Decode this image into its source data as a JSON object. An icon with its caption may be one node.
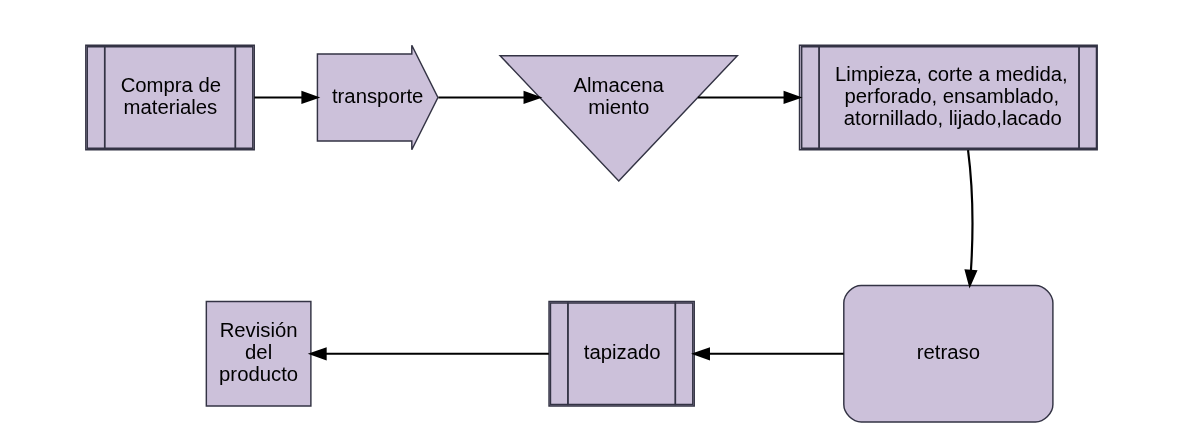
{
  "diagram": {
    "nodes": [
      {
        "text": [
          "Compra de materiales"
        ]
      },
      {
        "text": [
          "transporte"
        ]
      },
      {
        "text": [
          "Almacena miento"
        ]
      },
      {
        "text": [
          "Limpieza, corte a medida, perforado, ensamblado, atornillado, lijado,lacado"
        ]
      },
      {
        "text": [
          "retraso"
        ]
      },
      {
        "text": [
          "tapizado"
        ]
      },
      {
        "text": [
          "Revisión del producto"
        ]
      }
    ],
    "edges": [
      {
        "from": 0,
        "to": 1,
        "arrow": "to"
      },
      {
        "from": 1,
        "to": 2,
        "arrow": "to"
      },
      {
        "from": 2,
        "to": 3,
        "arrow": "to"
      },
      {
        "from": 3,
        "to": 4,
        "arrow": "to"
      },
      {
        "from": 4,
        "to": 5,
        "arrow": "to"
      },
      {
        "from": 5,
        "to": 6,
        "arrow": "to"
      }
    ]
  }
}
